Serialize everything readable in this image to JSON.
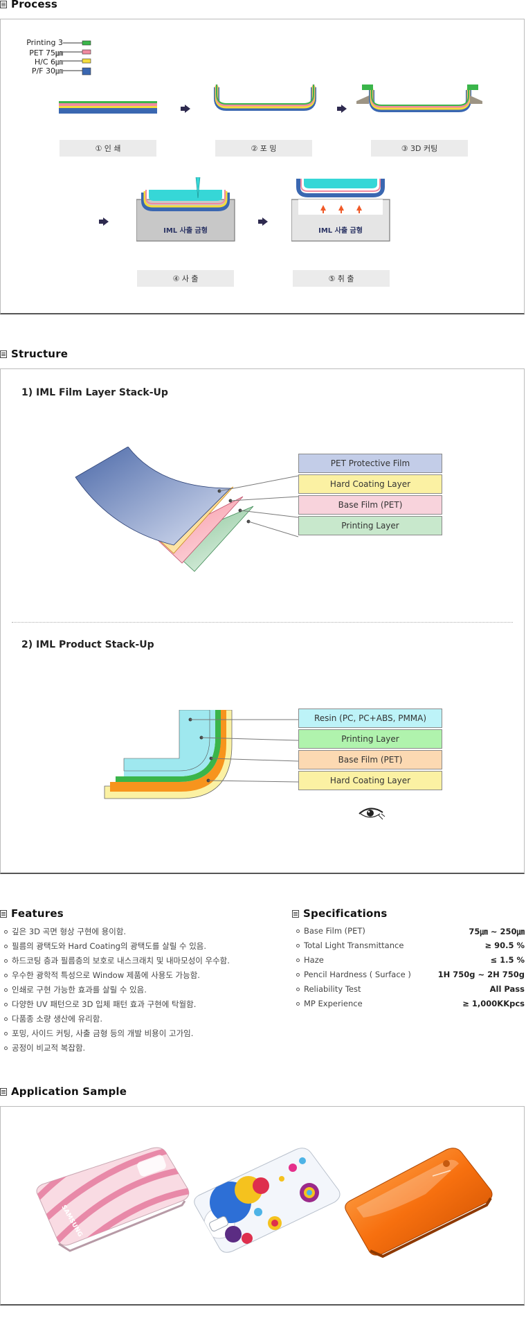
{
  "process": {
    "title": "Process",
    "legend": [
      {
        "label": "Printing 3㎛",
        "color": "#3ab54a"
      },
      {
        "label": "PET 75㎛",
        "color": "#f08aa0"
      },
      {
        "label": "H/C 6㎛",
        "color": "#f3dc3c"
      },
      {
        "label": "P/F 30㎛",
        "color": "#3a67b1"
      }
    ],
    "steps": [
      "① 인 쇄",
      "② 포 밍",
      "③ 3D 커팅",
      "④ 사 출",
      "⑤ 취 출"
    ],
    "mold_label": "IML 사출 금형"
  },
  "structure": {
    "title": "Structure",
    "film_title": "1) IML Film Layer Stack-Up",
    "film_layers": [
      {
        "label": "PET Protective Film",
        "color": "#c3cde8"
      },
      {
        "label": "Hard Coating Layer",
        "color": "#fbf1a3"
      },
      {
        "label": "Base Film (PET)",
        "color": "#f8d3dc"
      },
      {
        "label": "Printing Layer",
        "color": "#c8e8cc"
      }
    ],
    "product_title": "2) IML Product Stack-Up",
    "product_layers": [
      {
        "label": "Resin (PC, PC+ABS, PMMA)",
        "color": "#bdf3f8"
      },
      {
        "label": "Printing Layer",
        "color": "#b0f3ad"
      },
      {
        "label": "Base Film (PET)",
        "color": "#fcd9b2"
      },
      {
        "label": "Hard Coating Layer",
        "color": "#fbf1a3"
      }
    ]
  },
  "features": {
    "title": "Features",
    "items": [
      "깊은 3D 곡면 형상 구현에 용이함.",
      "필름의 광택도와 Hard Coating의 광택도를 살릴 수 있음.",
      "하드코팅 층과 필름층의 보호로 내스크래치 및 내마모성이 우수함.",
      "우수한 광학적 특성으로 Window 제품에 사용도 가능함.",
      "인쇄로 구현 가능한 효과를 살릴 수 있음.",
      "다양한 UV 패턴으로 3D 입체 패턴 효과 구현에 탁월함.",
      "다품종 소량 생산에 유리함.",
      "포밍, 사이드 커팅, 사출 금형 등의 개발 비용이 고가임.",
      "공정이 비교적 복잡함."
    ]
  },
  "specifications": {
    "title": "Specifications",
    "rows": [
      {
        "label": "Base Film (PET)",
        "value": "75㎛ ~ 250㎛"
      },
      {
        "label": "Total Light Transmittance",
        "value": "≥ 90.5 %"
      },
      {
        "label": "Haze",
        "value": "≤ 1.5 %"
      },
      {
        "label": "Pencil Hardness ( Surface )",
        "value": "1H 750g ~ 2H 750g"
      },
      {
        "label": "Reliability Test",
        "value": "All Pass"
      },
      {
        "label": "MP Experience",
        "value": "≥ 1,000KKpcs"
      }
    ]
  },
  "application": {
    "title": "Application Sample",
    "brand_text": "SAMSUNG"
  }
}
